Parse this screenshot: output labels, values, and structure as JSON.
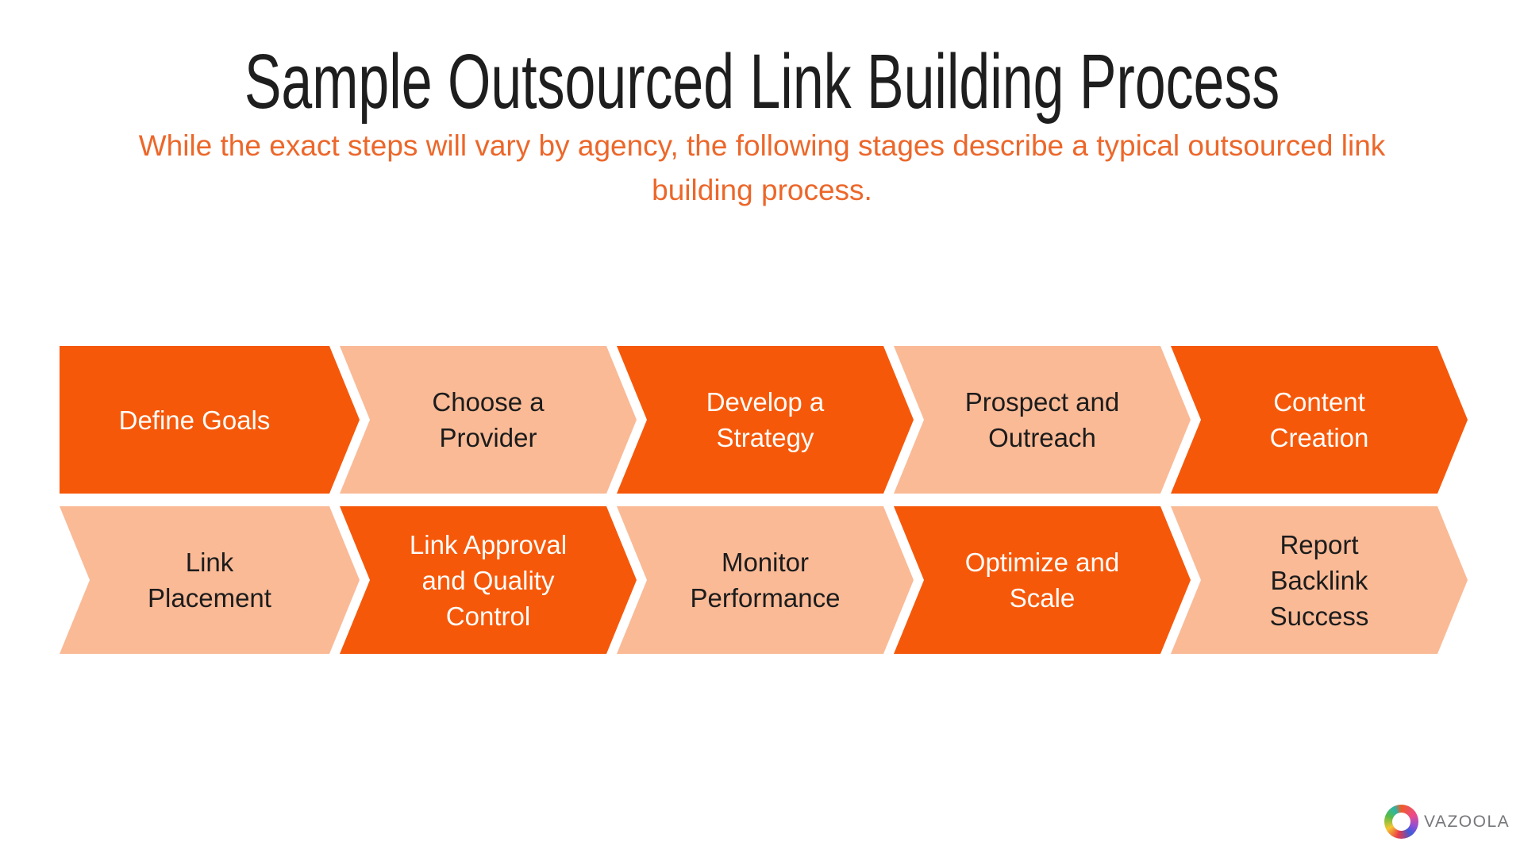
{
  "header": {
    "title": "Sample Outsourced Link Building Process",
    "subtitle": "While the exact steps will vary by agency, the following stages describe a typical outsourced link building process."
  },
  "diagram": {
    "rows": [
      {
        "items": [
          {
            "label": "Define Goals"
          },
          {
            "label": "Choose a\nProvider"
          },
          {
            "label": "Develop a\nStrategy"
          },
          {
            "label": "Prospect and\nOutreach"
          },
          {
            "label": "Content\nCreation"
          }
        ]
      },
      {
        "items": [
          {
            "label": "Link\nPlacement"
          },
          {
            "label": "Link Approval\nand Quality\nControl"
          },
          {
            "label": "Monitor\nPerformance"
          },
          {
            "label": "Optimize and\nScale"
          },
          {
            "label": "Report\nBacklink\nSuccess"
          }
        ]
      }
    ]
  },
  "footer": {
    "brand": "VAZOOLA",
    "logo_icon": "rainbow-ring-icon"
  },
  "colors": {
    "accent": "#f6580a",
    "accent_light": "#faba96",
    "subtitle_color": "#ec672a",
    "title_color": "#1e1e1e",
    "text_on_accent": "#fffdfa",
    "text_on_light": "#1c1c1c",
    "brand_text": "#76777a"
  }
}
